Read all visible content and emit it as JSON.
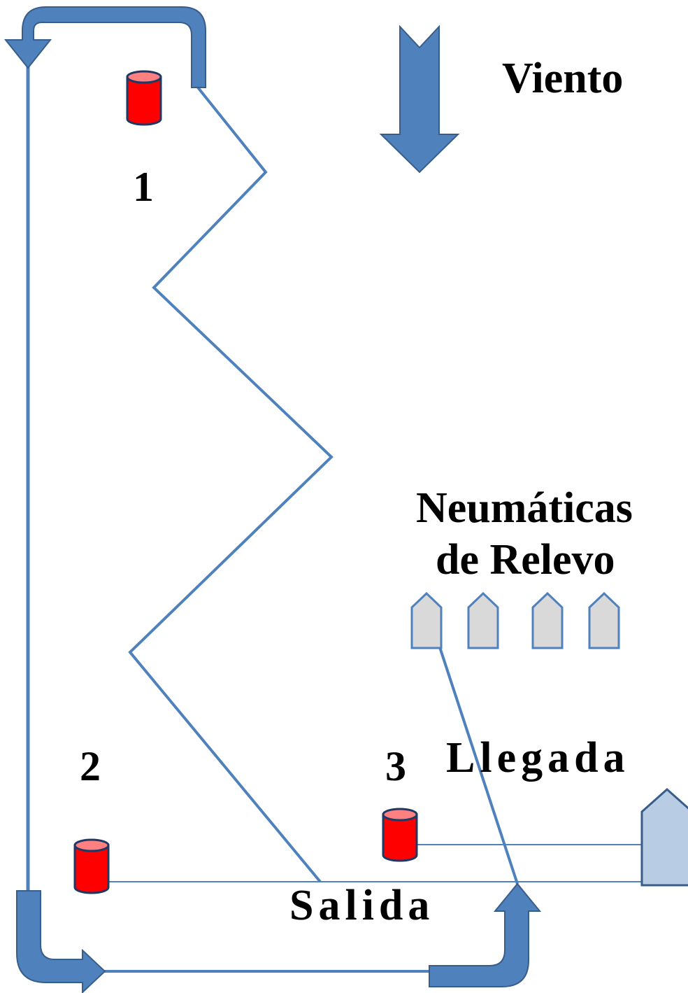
{
  "labels": {
    "wind": "Viento",
    "spare_boats_line1": "Neumáticas",
    "spare_boats_line2": "de Relevo",
    "finish": "Llegada",
    "start": "Salida",
    "mark_1": "1",
    "mark_2": "2",
    "mark_3": "3"
  },
  "colors": {
    "arrow_fill": "#4f81bd",
    "arrow_stroke": "#385d8a",
    "course_line": "#4f81bd",
    "buoy_fill": "#ff0000",
    "buoy_top": "#ff8080",
    "buoy_stroke": "#1f3864",
    "spare_boat_fill": "#d9d9d9",
    "spare_boat_stroke": "#4f81bd",
    "committee_boat_fill": "#b8cce4"
  },
  "icons": {
    "wind_arrow": "arrow-down-icon",
    "buoy": "cylinder-buoy-icon",
    "boat": "boat-icon"
  }
}
